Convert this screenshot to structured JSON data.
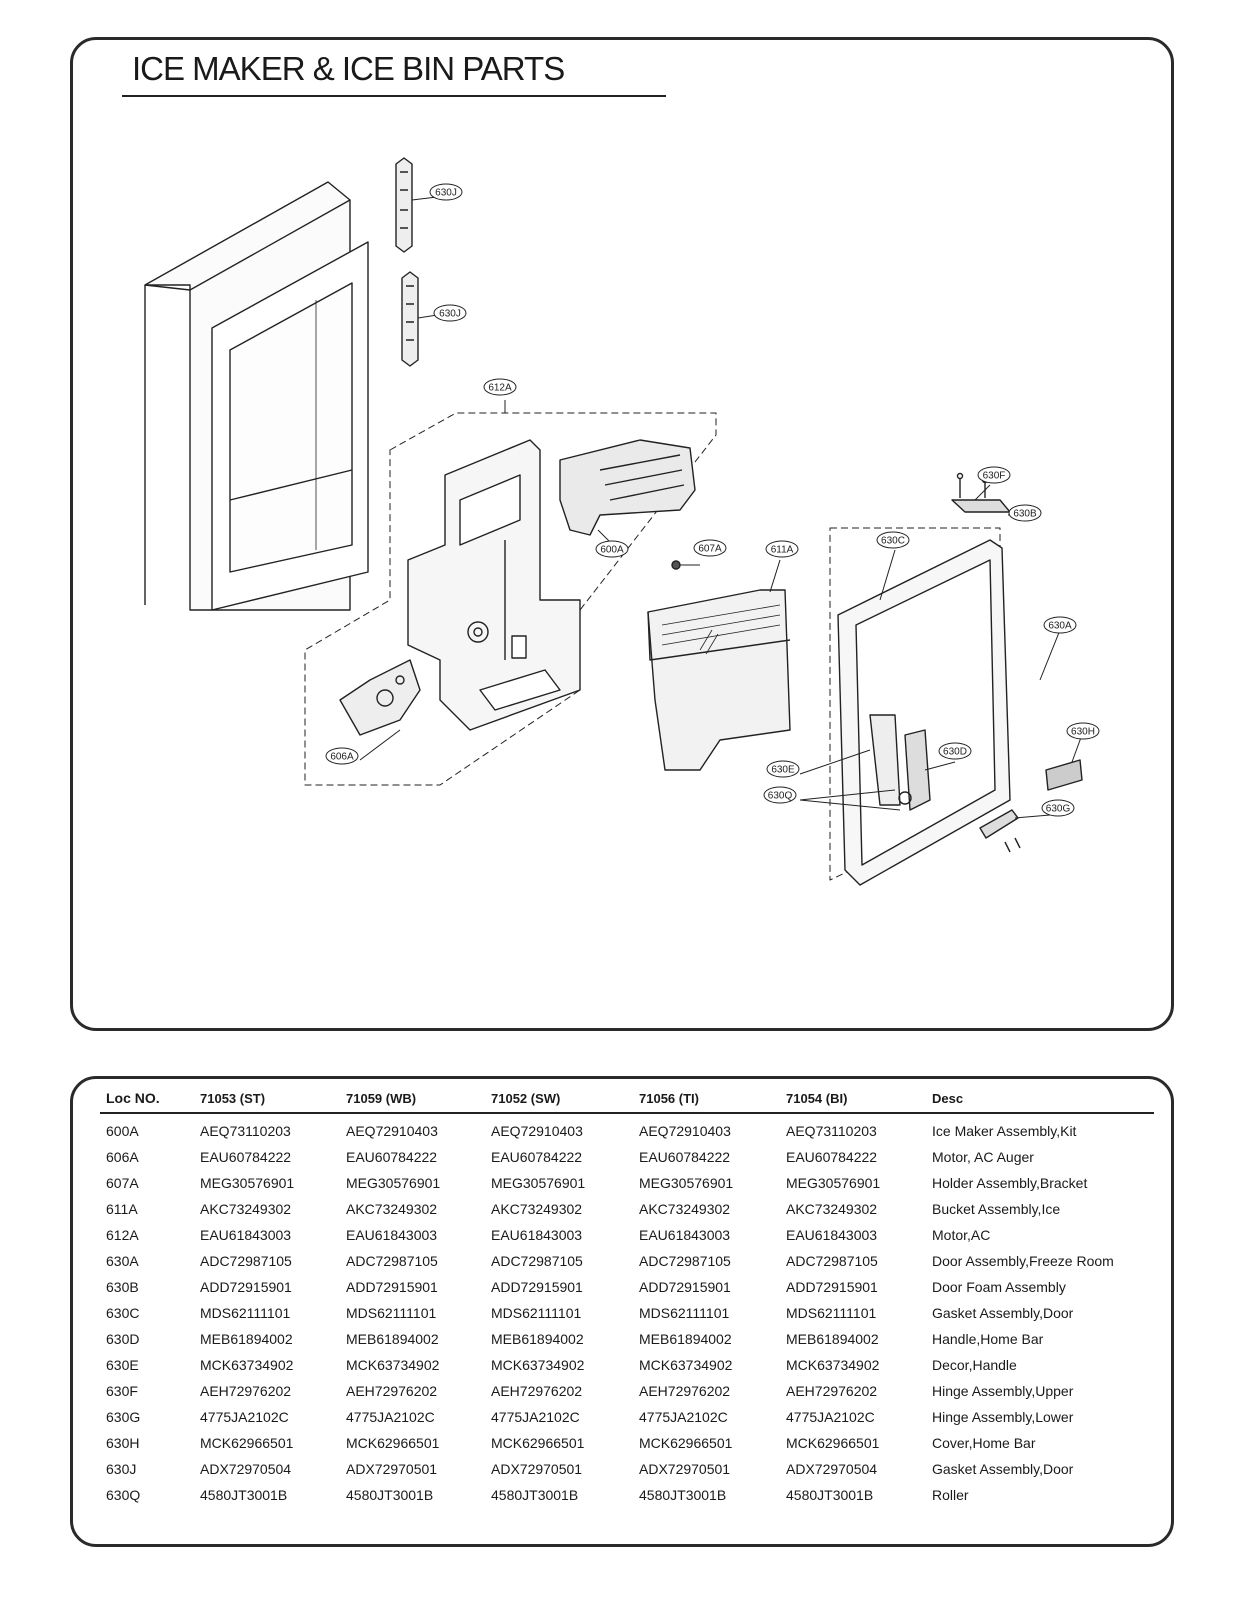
{
  "title": "ICE MAKER & ICE BIN PARTS",
  "callouts": [
    "630J",
    "630J",
    "612A",
    "600A",
    "607A",
    "611A",
    "606A",
    "630F",
    "630B",
    "630C",
    "630A",
    "630H",
    "630D",
    "630E",
    "630Q",
    "630G"
  ],
  "table": {
    "headers": [
      "Loc NO.",
      "71053 (ST)",
      "71059 (WB)",
      "71052 (SW)",
      "71056 (TI)",
      "71054 (BI)",
      "Desc"
    ],
    "rows": [
      [
        "600A",
        "AEQ73110203",
        "AEQ72910403",
        "AEQ72910403",
        "AEQ72910403",
        "AEQ73110203",
        "Ice Maker Assembly,Kit"
      ],
      [
        "606A",
        "EAU60784222",
        "EAU60784222",
        "EAU60784222",
        "EAU60784222",
        "EAU60784222",
        "Motor, AC Auger"
      ],
      [
        "607A",
        "MEG30576901",
        "MEG30576901",
        "MEG30576901",
        "MEG30576901",
        "MEG30576901",
        "Holder Assembly,Bracket"
      ],
      [
        "611A",
        "AKC73249302",
        "AKC73249302",
        "AKC73249302",
        "AKC73249302",
        "AKC73249302",
        "Bucket Assembly,Ice"
      ],
      [
        "612A",
        "EAU61843003",
        "EAU61843003",
        "EAU61843003",
        "EAU61843003",
        "EAU61843003",
        "Motor,AC"
      ],
      [
        "630A",
        "ADC72987105",
        "ADC72987105",
        "ADC72987105",
        "ADC72987105",
        "ADC72987105",
        "Door Assembly,Freeze Room"
      ],
      [
        "630B",
        "ADD72915901",
        "ADD72915901",
        "ADD72915901",
        "ADD72915901",
        "ADD72915901",
        "Door Foam Assembly"
      ],
      [
        "630C",
        "MDS62111101",
        "MDS62111101",
        "MDS62111101",
        "MDS62111101",
        "MDS62111101",
        "Gasket Assembly,Door"
      ],
      [
        "630D",
        "MEB61894002",
        "MEB61894002",
        "MEB61894002",
        "MEB61894002",
        "MEB61894002",
        "Handle,Home Bar"
      ],
      [
        "630E",
        "MCK63734902",
        "MCK63734902",
        "MCK63734902",
        "MCK63734902",
        "MCK63734902",
        "Decor,Handle"
      ],
      [
        "630F",
        "AEH72976202",
        "AEH72976202",
        "AEH72976202",
        "AEH72976202",
        "AEH72976202",
        "Hinge Assembly,Upper"
      ],
      [
        "630G",
        "4775JA2102C",
        "4775JA2102C",
        "4775JA2102C",
        "4775JA2102C",
        "4775JA2102C",
        "Hinge Assembly,Lower"
      ],
      [
        "630H",
        "MCK62966501",
        "MCK62966501",
        "MCK62966501",
        "MCK62966501",
        "MCK62966501",
        "Cover,Home Bar"
      ],
      [
        "630J",
        "ADX72970504",
        "ADX72970501",
        "ADX72970501",
        "ADX72970501",
        "ADX72970504",
        "Gasket Assembly,Door"
      ],
      [
        "630Q",
        "4580JT3001B",
        "4580JT3001B",
        "4580JT3001B",
        "4580JT3001B",
        "4580JT3001B",
        "Roller"
      ]
    ]
  }
}
